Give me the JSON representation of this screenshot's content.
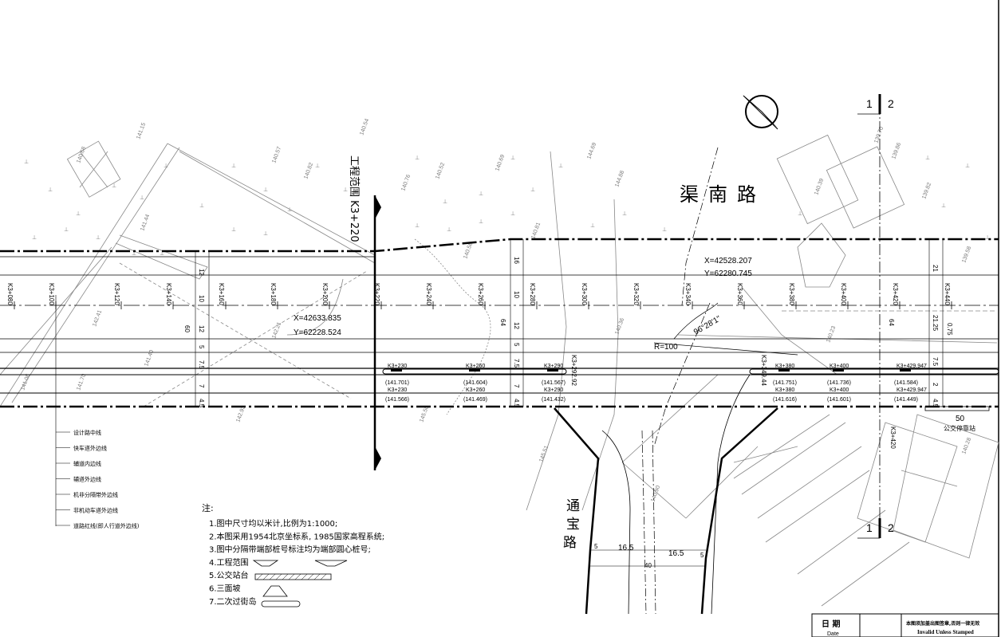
{
  "road_main": "渠南路",
  "road_cross": [
    "通",
    "宝",
    "路"
  ],
  "project_range": "工程范围 K3+220",
  "stations_top": [
    "K3+080",
    "K3+100",
    "K3+120",
    "K3+140",
    "K3+160",
    "K3+180",
    "K3+200",
    "K3+220",
    "K3+240",
    "K3+260",
    "K3+280",
    "K3+300",
    "K3+320",
    "K3+340",
    "K3+360",
    "K3+380",
    "K3+400",
    "K3+420",
    "K3+440"
  ],
  "coord1": {
    "x": "X=42633.835",
    "y": "Y=62228.524"
  },
  "coord2": {
    "x": "X=42528.207",
    "y": "Y=62280.745"
  },
  "angle": "96°28'1\"",
  "radius": "R=100",
  "island_stations": [
    {
      "k1": "K3+230",
      "e1": "(141.701)",
      "k2": "K3+230",
      "e2": "(141.566)"
    },
    {
      "k1": "K3+260",
      "e1": "(141.604)",
      "k2": "K3+260",
      "e2": "(141.469)"
    },
    {
      "k1": "K3+290",
      "e1": "(141.567)",
      "k2": "K3+290",
      "e2": "(141.432)"
    },
    {
      "k1": "K3+380",
      "e1": "(141.751)",
      "k2": "K3+380",
      "e2": "(141.616)"
    },
    {
      "k1": "K3+400",
      "e1": "(141.736)",
      "k2": "K3+400",
      "e2": "(141.601)"
    },
    {
      "k1": "K3+429.947",
      "e1": "(141.584)",
      "k2": "K3+429.947",
      "e2": "(141.449)"
    }
  ],
  "vert_stations": [
    "K3+292.92",
    "K3+349.44",
    "K3+420"
  ],
  "dims_left": [
    "12",
    "10",
    "12",
    "5",
    "7.5",
    "7",
    "4.5",
    "60"
  ],
  "dims_mid": [
    "16",
    "10",
    "12",
    "5",
    "7.5",
    "7",
    "4.5",
    "64"
  ],
  "dims_right": [
    "21",
    "21.25",
    "0.75",
    "7.5",
    "2",
    "4.5",
    "64"
  ],
  "dim_bus": "50",
  "bus_stop": "公交停靠站",
  "dims_bottom": [
    "5",
    "16.5",
    "16.5",
    "5",
    "40"
  ],
  "section_marks": [
    "1",
    "2",
    "1",
    "2"
  ],
  "legend_lines": [
    "设计路中线",
    "快车道外边线",
    "辅道内边线",
    "辅道外边线",
    "机非分隔带外边线",
    "非机动车道外边线",
    "道路红线(即人行道外边线)"
  ],
  "notes_title": "注:",
  "notes": [
    "1.图中尺寸均以米计,比例为1:1000;",
    "2.本图采用1954北京坐标系, 1985国家高程系统;",
    "3.图中分隔带端部桩号标注均为端部圆心桩号;",
    "4.工程范围",
    "5.公交站台",
    "6.三面坡",
    "7.二次过街岛"
  ],
  "title_block": {
    "date_cn": "日  期",
    "date_en": "Date",
    "stamp_cn": "本图须加盖出图签章,否则一律无效",
    "stamp_en": "Invalid Unless Stamped"
  },
  "contour_labels": [
    "141.15",
    "140.68",
    "140.54",
    "140.82",
    "140.57",
    "140.52",
    "140.69",
    "140.76",
    "140.81",
    "140.58",
    "144.88",
    "144.69",
    "141.44",
    "142.21",
    "140.36",
    "141.40",
    "141.70",
    "142.93",
    "145.51",
    "140.90",
    "145.50",
    "140.39",
    "139.70",
    "139.86",
    "139.82",
    "139.58",
    "140.23",
    "142.41",
    "141.06",
    "140.28"
  ]
}
